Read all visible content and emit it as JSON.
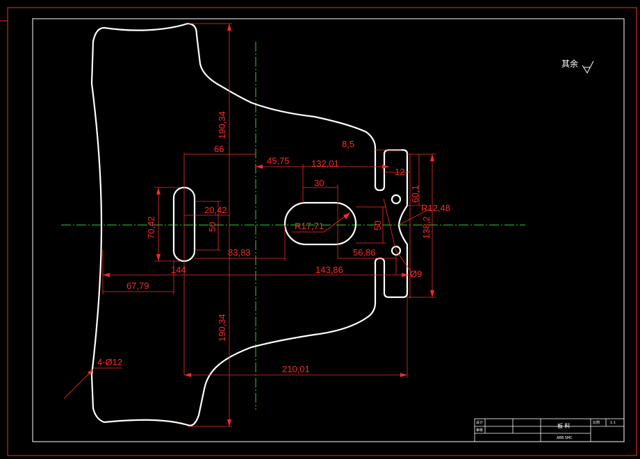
{
  "colors": {
    "background": "#000000",
    "outline": "#ffffff",
    "dimension": "#ff2a2a",
    "centerline": "#2fd52f",
    "border": "#ff2a2a"
  },
  "surface_note": {
    "text": "其余",
    "symbol": "roughness-symbol"
  },
  "dimensions": {
    "d_190_34_top": "190,34",
    "d_190_34_bottom": "190,34",
    "d_66": "66",
    "d_45_75": "45,75",
    "d_132_01": "132,01",
    "d_8_5": "8,5",
    "d_12": "12",
    "d_30": "30",
    "d_60_1": "60,1",
    "d_r12_48": "R12,48",
    "d_70_42": "70,42",
    "d_20_42": "20,42",
    "d_50_left": "50",
    "d_r17_71": "R17,71",
    "d_50_right": "50",
    "d_138_2": "138,2",
    "d_83_83": "83,83",
    "d_56_86": "56,86",
    "d_144": "144",
    "d_143_86": "143,86",
    "d_phi9": "Ø9",
    "d_67_79": "67,79",
    "d_4_phi12": "4-Ø12",
    "d_210_01": "210,01"
  },
  "title_block": {
    "designer_label": "设计",
    "checker_label": "审核",
    "part_name": "板  料",
    "scale_label": "比例",
    "scale_value": "1:1",
    "drawing_code": "ABB SMC"
  }
}
